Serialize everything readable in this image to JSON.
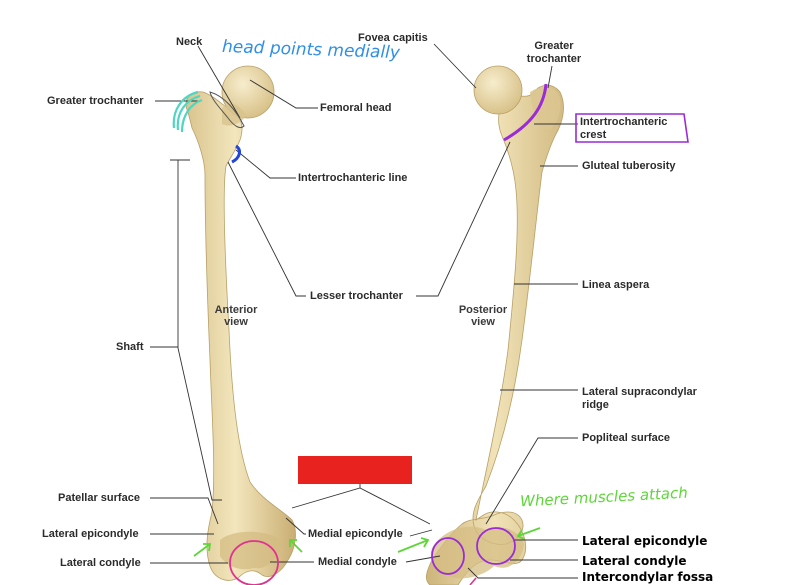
{
  "anterior": {
    "view_label": "Anterior view",
    "labels": {
      "neck": "Neck",
      "greater_trochanter": "Greater trochanter",
      "femoral_head": "Femoral head",
      "intertrochanteric_line": "Intertrochanteric line",
      "lesser_trochanter": "Lesser trochanter",
      "shaft": "Shaft",
      "patellar_surface": "Patellar surface",
      "lateral_epicondyle": "Lateral epicondyle",
      "lateral_condyle": "Lateral condyle",
      "medial_epicondyle": "Medial epicondyle",
      "medial_condyle": "Medial condyle"
    }
  },
  "posterior": {
    "view_label": "Posterior view",
    "labels": {
      "fovea_capitis": "Fovea capitis",
      "greater_trochanter": "Greater trochanter",
      "intertrochanteric_crest": "Intertrochanteric crest",
      "gluteal_tuberosity": "Gluteal tuberosity",
      "linea_aspera": "Linea aspera",
      "lateral_supracondylar_ridge": "Lateral supracondylar ridge",
      "popliteal_surface": "Popliteal surface",
      "lateral_epicondyle": "Lateral epicondyle",
      "lateral_condyle": "Lateral condyle",
      "intercondylar_fossa": "Intercondylar fossa"
    }
  },
  "annotations": {
    "head_note": "head points medially",
    "muscle_note": "Where muscles attach"
  },
  "colors": {
    "bone": "#ecdcaa",
    "bone_shade": "#cdb47a",
    "leader": "#333333",
    "teal": "#4fd6c2",
    "blue": "#2346d8",
    "purple": "#9a2bd6",
    "magenta": "#e0338f",
    "green": "#5ed63a",
    "red_box": "#e8231f"
  }
}
